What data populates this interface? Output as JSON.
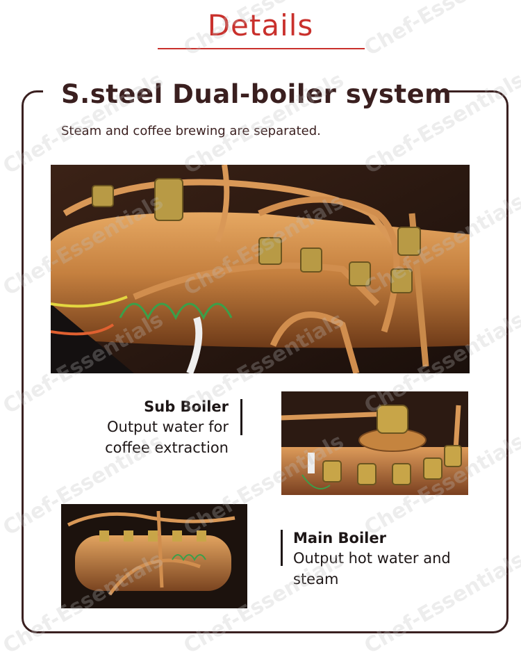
{
  "header": {
    "title": "Details"
  },
  "section": {
    "title": "S.steel Dual-boiler system",
    "subtitle": "Steam and coffee brewing are separated."
  },
  "sub_boiler": {
    "title": "Sub Boiler",
    "description_line1": "Output water for",
    "description_line2": "coffee extraction"
  },
  "main_boiler": {
    "title": "Main Boiler",
    "description_line1": "Output hot water and",
    "description_line2": "steam"
  },
  "watermark": {
    "text": "Chef-Essentials"
  },
  "colors": {
    "accent": "#c9302c",
    "text": "#3a1f1f",
    "frame": "#3a2020",
    "copper": "#c98a4a"
  }
}
